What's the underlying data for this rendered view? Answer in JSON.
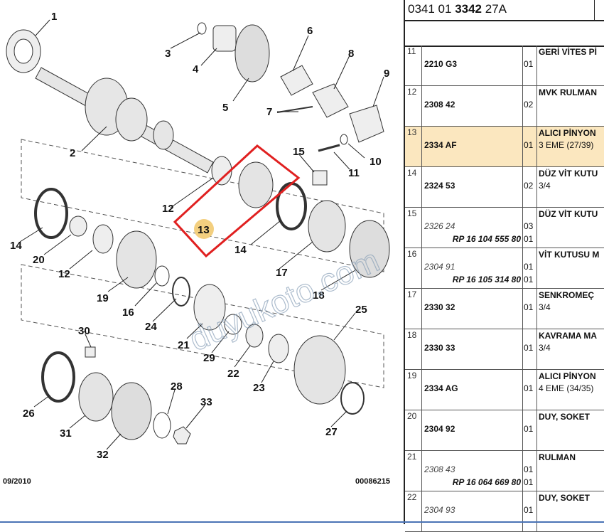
{
  "header": {
    "prefix": "0341 01 ",
    "bold": "3342",
    "suffix": " 27A"
  },
  "diagram": {
    "footer_left": "09/2010",
    "footer_right": "00086215",
    "watermark": "duyukoto.com",
    "highlight_color": "#e02020",
    "callouts": [
      "1",
      "2",
      "3",
      "4",
      "5",
      "6",
      "7",
      "8",
      "9",
      "10",
      "11",
      "12",
      "13",
      "14",
      "15",
      "17",
      "18",
      "14",
      "20",
      "12",
      "19",
      "16",
      "24",
      "21",
      "29",
      "22",
      "23",
      "25",
      "30",
      "26",
      "31",
      "32",
      "28",
      "33",
      "27"
    ]
  },
  "parts": [
    {
      "no": "11",
      "ref": "2210 G3",
      "ref_alt": "",
      "rp": "",
      "qty": "01",
      "qty2": "",
      "desc": "GERİ VİTES Pİ",
      "desc2": ""
    },
    {
      "no": "12",
      "ref": "2308 42",
      "ref_alt": "",
      "rp": "",
      "qty": "02",
      "qty2": "",
      "desc": "MVK RULMAN",
      "desc2": ""
    },
    {
      "no": "13",
      "ref": "2334 AF",
      "ref_alt": "",
      "rp": "",
      "qty": "01",
      "qty2": "",
      "desc": "ALICI PİNYON",
      "desc2": "3 EME (27/39)",
      "selected": true
    },
    {
      "no": "14",
      "ref": "2324 53",
      "ref_alt": "",
      "rp": "",
      "qty": "02",
      "qty2": "",
      "desc": "DÜZ VİT KUTU",
      "desc2": "3/4"
    },
    {
      "no": "15",
      "ref": "",
      "ref_alt": "2326 24",
      "rp": "RP 16 104 555 80",
      "qty": "03",
      "qty2": "01",
      "desc": "DÜZ VİT KUTU",
      "desc2": ""
    },
    {
      "no": "16",
      "ref": "",
      "ref_alt": "2304 91",
      "rp": "RP 16 105 314 80",
      "qty": "01",
      "qty2": "01",
      "desc": "VİT KUTUSU M",
      "desc2": ""
    },
    {
      "no": "17",
      "ref": "2330 32",
      "ref_alt": "",
      "rp": "",
      "qty": "01",
      "qty2": "",
      "desc": "SENKROMEÇ",
      "desc2": "3/4"
    },
    {
      "no": "18",
      "ref": "2330 33",
      "ref_alt": "",
      "rp": "",
      "qty": "01",
      "qty2": "",
      "desc": "KAVRAMA MA",
      "desc2": "3/4"
    },
    {
      "no": "19",
      "ref": "2334 AG",
      "ref_alt": "",
      "rp": "",
      "qty": "01",
      "qty2": "",
      "desc": "ALICI PİNYON",
      "desc2": "4 EME (34/35)"
    },
    {
      "no": "20",
      "ref": "2304 92",
      "ref_alt": "",
      "rp": "",
      "qty": "01",
      "qty2": "",
      "desc": "DUY, SOKET",
      "desc2": ""
    },
    {
      "no": "21",
      "ref": "",
      "ref_alt": "2308 43",
      "rp": "RP 16 064 669 80",
      "qty": "01",
      "qty2": "01",
      "desc": "RULMAN",
      "desc2": ""
    },
    {
      "no": "22",
      "ref": "",
      "ref_alt": "2304 93",
      "rp": "",
      "qty": "01",
      "qty2": "",
      "desc": "DUY, SOKET",
      "desc2": ""
    }
  ]
}
